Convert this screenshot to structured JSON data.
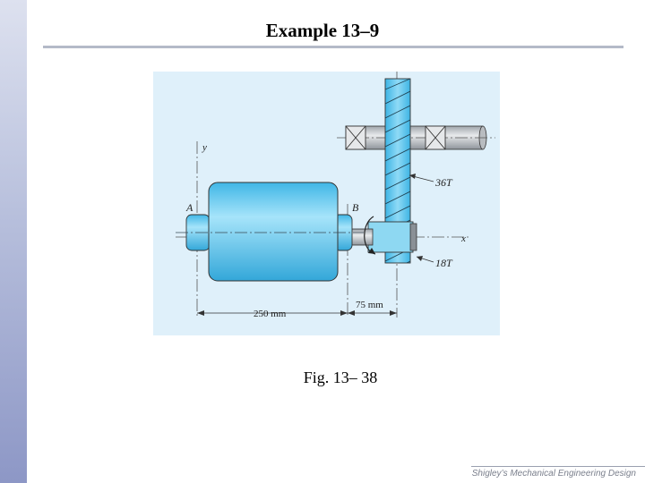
{
  "slide": {
    "title": "Example 13–9",
    "caption": "Fig. 13– 38",
    "footer": "Shigley’s Mechanical Engineering Design"
  },
  "figure": {
    "labels": {
      "y_axis": "y",
      "x_axis": "x",
      "point_a": "A",
      "point_b": "B",
      "gear_large": "36T",
      "gear_small": "18T",
      "dim_250": "250 mm",
      "dim_75": "75 mm"
    },
    "colors": {
      "background": "#dff0fa",
      "part_fill": "#5bc8f0",
      "part_fill_light": "#9ee0f8",
      "shaft_gray": "#c4c8cc",
      "line": "#333333"
    }
  }
}
